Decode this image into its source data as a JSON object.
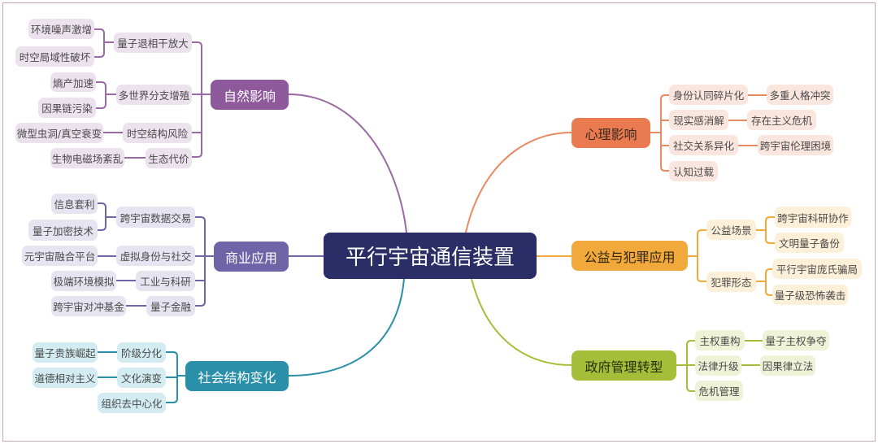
{
  "center": "平行宇宙通信装置",
  "branches": {
    "nature": {
      "label": "自然影响",
      "color": "#8e5a9b",
      "children": [
        {
          "label": "量子退相干放大",
          "leaves": [
            "环境噪声激增",
            "时空局域性破坏"
          ]
        },
        {
          "label": "多世界分支增殖",
          "leaves": [
            "熵产加速",
            "因果链污染"
          ]
        },
        {
          "label": "时空结构风险",
          "leaves": [
            "微型虫洞/真空衰变"
          ]
        },
        {
          "label": "生态代价",
          "leaves": [
            "生物电磁场紊乱"
          ]
        }
      ]
    },
    "business": {
      "label": "商业应用",
      "color": "#6f64a8",
      "children": [
        {
          "label": "跨宇宙数据交易",
          "leaves": [
            "信息套利",
            "量子加密技术"
          ]
        },
        {
          "label": "虚拟身份与社交",
          "leaves": [
            "元宇宙融合平台"
          ]
        },
        {
          "label": "工业与科研",
          "leaves": [
            "极端环境模拟"
          ]
        },
        {
          "label": "量子金融",
          "leaves": [
            "跨宇宙对冲基金"
          ]
        }
      ]
    },
    "society": {
      "label": "社会结构变化",
      "color": "#2a8fa8",
      "children": [
        {
          "label": "阶级分化",
          "leaves": [
            "量子贵族崛起"
          ]
        },
        {
          "label": "文化演变",
          "leaves": [
            "道德相对主义"
          ]
        },
        {
          "label": "组织去中心化",
          "leaves": []
        }
      ]
    },
    "psychology": {
      "label": "心理影响",
      "color": "#ea7a50",
      "children": [
        {
          "label": "身份认同碎片化",
          "leaves": [
            "多重人格冲突"
          ]
        },
        {
          "label": "现实感消解",
          "leaves": [
            "存在主义危机"
          ]
        },
        {
          "label": "社交关系异化",
          "leaves": [
            "跨宇宙伦理困境"
          ]
        },
        {
          "label": "认知过载",
          "leaves": []
        }
      ]
    },
    "public": {
      "label": "公益与犯罪应用",
      "color": "#f2a93b",
      "children": [
        {
          "label": "公益场景",
          "leaves": [
            "跨宇宙科研协作",
            "文明量子备份"
          ]
        },
        {
          "label": "犯罪形态",
          "leaves": [
            "平行宇宙庞氏骗局",
            "量子级恐怖袭击"
          ]
        }
      ]
    },
    "government": {
      "label": "政府管理转型",
      "color": "#a6bd3a",
      "children": [
        {
          "label": "主权重构",
          "leaves": [
            "量子主权争夺"
          ]
        },
        {
          "label": "法律升级",
          "leaves": [
            "因果律立法"
          ]
        },
        {
          "label": "危机管理",
          "leaves": []
        }
      ]
    }
  }
}
